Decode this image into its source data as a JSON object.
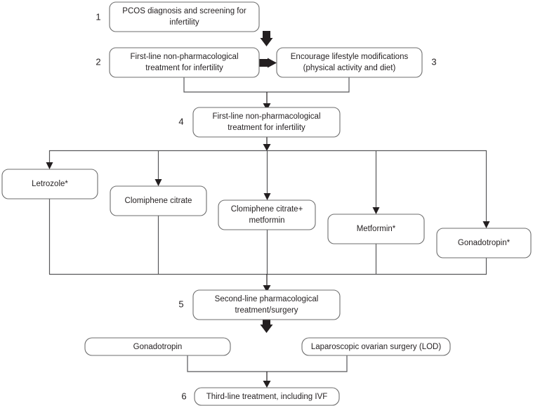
{
  "diagram": {
    "title": "PCOS infertility treatment algorithm flowchart",
    "accent_color": "#231f20",
    "box_stroke_color": "#6e6e6e",
    "connector_color": "#58585a",
    "background": "#ffffff"
  },
  "steps": {
    "n1": "1",
    "n2": "2",
    "n3": "3",
    "n4": "4",
    "n5": "5",
    "n6": "6"
  },
  "nodes": {
    "pcos_screening": {
      "line1": "PCOS diagnosis and screening for",
      "line2": "infertility"
    },
    "first_line_nonpharm_a": {
      "line1": "First-line non-pharmacological",
      "line2": "treatment for infertility"
    },
    "lifestyle": {
      "line1": "Encourage lifestyle modifications",
      "line2": "(physical activity and diet)"
    },
    "first_line_nonpharm_b": {
      "line1": "First-line non-pharmacological",
      "line2": "treatment for infertility"
    },
    "letrozole": {
      "line1": "Letrozole*"
    },
    "clomiphene": {
      "line1": "Clomiphene citrate"
    },
    "clomiphene_metformin": {
      "line1": "Clomiphene citrate+",
      "line2": "metformin"
    },
    "metformin": {
      "line1": "Metformin*"
    },
    "gonadotropin_star": {
      "line1": "Gonadotropin*"
    },
    "second_line": {
      "line1": "Second-line pharmacological",
      "line2": "treatment/surgery"
    },
    "gonadotropin": {
      "line1": "Gonadotropin"
    },
    "lod": {
      "line1": "Laparoscopic ovarian surgery (LOD)"
    },
    "third_line": {
      "line1": "Third-line treatment, including IVF"
    }
  }
}
